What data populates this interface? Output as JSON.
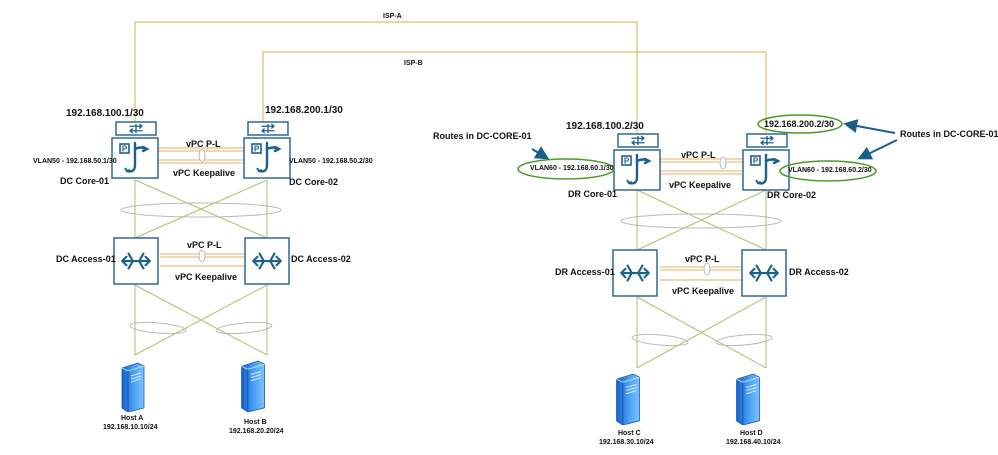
{
  "isp": {
    "a": "ISP-A",
    "b": "ISP-B"
  },
  "dc": {
    "core1": {
      "name": "DC Core-01",
      "wan_ip": "192.168.100.1/30",
      "vlan": "VLAN50 - 192.168.50.1/30"
    },
    "core2": {
      "name": "DC Core-02",
      "wan_ip": "192.168.200.1/30",
      "vlan": "VLAN50 - 192.168.50.2/30"
    },
    "core_peer_link": "vPC P-L",
    "core_keepalive": "vPC Keepalive",
    "access1": {
      "name": "DC Access-01"
    },
    "access2": {
      "name": "DC Access-02"
    },
    "access_peer_link": "vPC P-L",
    "access_keepalive": "vPC Keepalive",
    "host_a": {
      "name": "Host A",
      "ip": "192.168.10.10/24"
    },
    "host_b": {
      "name": "Host B",
      "ip": "192.168.20.20/24"
    }
  },
  "dr": {
    "core1": {
      "name": "DR Core-01",
      "wan_ip": "192.168.100.2/30",
      "vlan": "VLAN60 - 192.168.60.1/30"
    },
    "core2": {
      "name": "DR Core-02",
      "wan_ip": "192.168.200.2/30",
      "vlan": "VLAN60 - 192.168.60.2/30"
    },
    "core_peer_link": "vPC P-L",
    "core_keepalive": "vPC Keepalive",
    "access1": {
      "name": "DR Access-01"
    },
    "access2": {
      "name": "DR Access-02"
    },
    "access_peer_link": "vPC P-L",
    "access_keepalive": "vPC Keepalive",
    "host_c": {
      "name": "Host C",
      "ip": "192.168.30.10/24"
    },
    "host_d": {
      "name": "Host D",
      "ip": "192.168.40.10/24"
    }
  },
  "annotations": {
    "left_callout": "Routes in DC-CORE-01",
    "right_callout": "Routes in DC-CORE-01"
  },
  "colors": {
    "device_stroke": "#1f5f8b",
    "device_fill": "#ffffff",
    "isp_line": "#d8b24a",
    "link_line": "#a6c46a",
    "vpc_line": "#e0b060",
    "highlight": "#4a9a2a",
    "arrow": "#1b5e88",
    "server_blue": "#2a86e0"
  }
}
